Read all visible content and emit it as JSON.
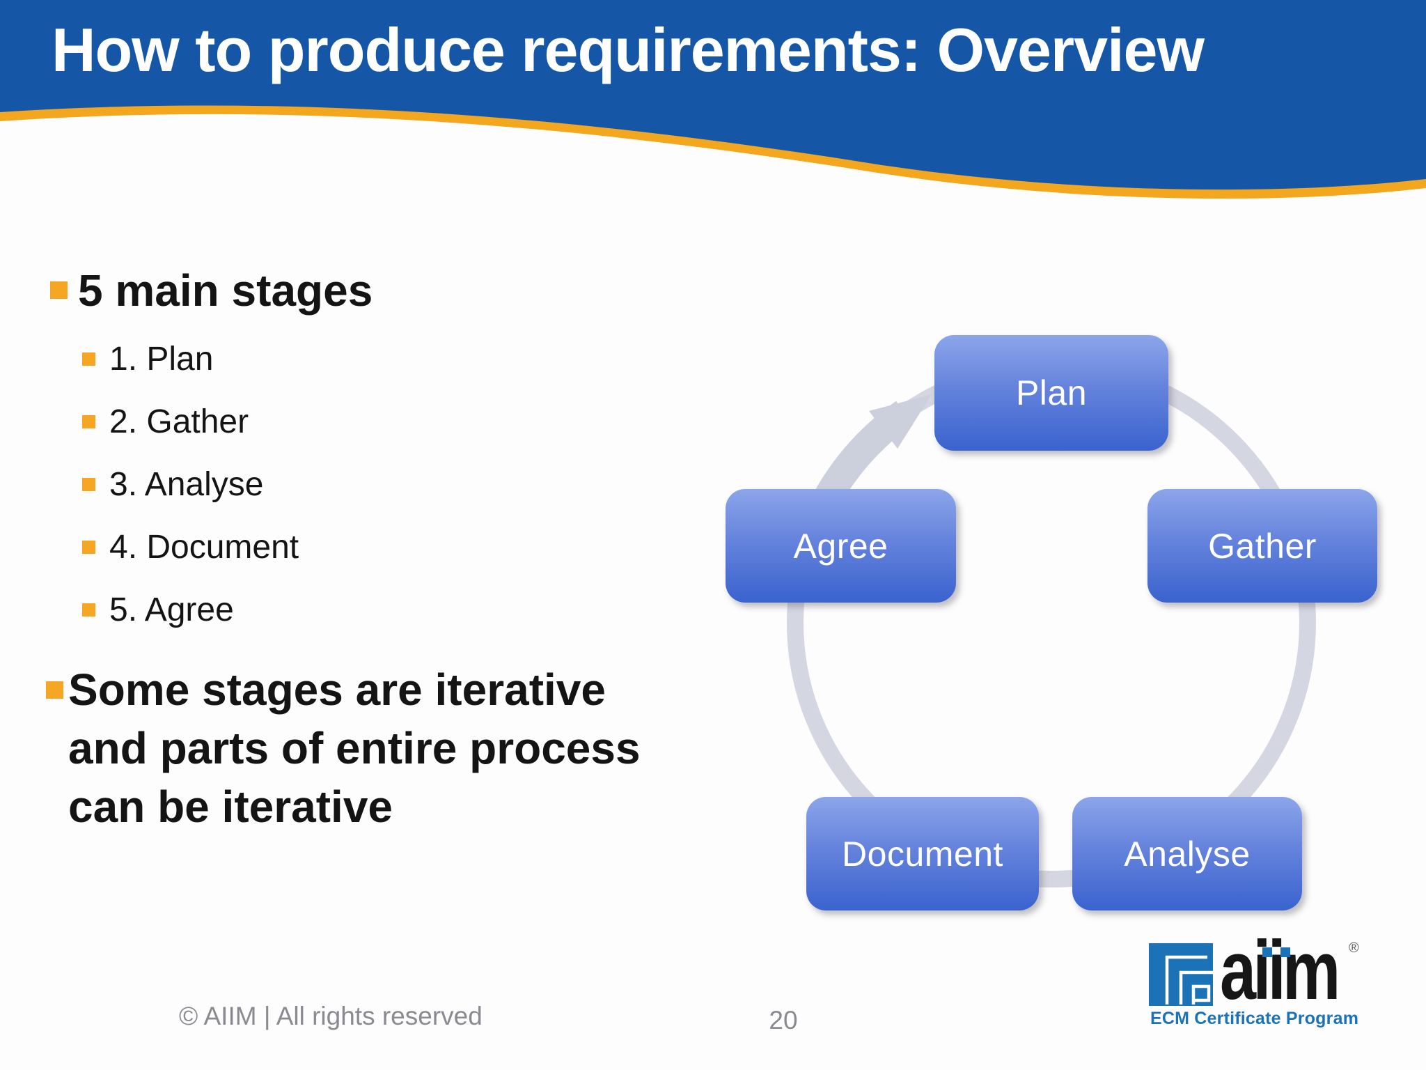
{
  "slide": {
    "title": "How to produce requirements: Overview"
  },
  "colors": {
    "header_blue": "#1557A6",
    "accent_orange": "#F2A71E",
    "bullet_orange": "#F5A623",
    "text_black": "#141414",
    "box_gradient_top": "#8CA5EA",
    "box_gradient_bottom": "#3A63CE",
    "ring_gray": "#D4D6E2",
    "arrow_gray": "#CCCFDC",
    "footer_gray": "#8A8A90",
    "logo_blue": "#1B72B6"
  },
  "content": {
    "heading": "5 main stages",
    "stages": [
      "1. Plan",
      "2. Gather",
      "3. Analyse",
      "4. Document",
      "5. Agree"
    ],
    "note": "Some stages are iterative\nand parts of entire process\ncan be iterative"
  },
  "diagram": {
    "type": "cycle",
    "direction": "clockwise",
    "stages": {
      "plan": "Plan",
      "gather": "Gather",
      "analyse": "Analyse",
      "document": "Document",
      "agree": "Agree"
    }
  },
  "footer": {
    "copyright": "© AIIM | All rights reserved",
    "page_number": "20"
  },
  "logo": {
    "wordmark": "aiim",
    "registered_mark": "®",
    "tagline": "ECM Certificate Program"
  }
}
